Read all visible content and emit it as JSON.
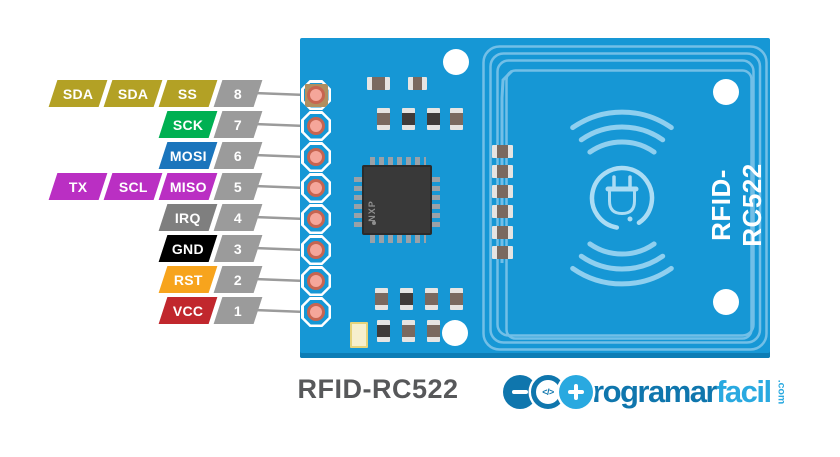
{
  "pinout": {
    "rows": [
      {
        "number": "8",
        "labels": [
          {
            "text": "SDA",
            "color": "#b3a125"
          },
          {
            "text": "SDA",
            "color": "#b3a125"
          },
          {
            "text": "SS",
            "color": "#b3a125"
          }
        ]
      },
      {
        "number": "7",
        "labels": [
          {
            "text": "SCK",
            "color": "#00b052"
          }
        ]
      },
      {
        "number": "6",
        "labels": [
          {
            "text": "MOSI",
            "color": "#1b75bc"
          }
        ]
      },
      {
        "number": "5",
        "labels": [
          {
            "text": "TX",
            "color": "#ba2fc3"
          },
          {
            "text": "SCL",
            "color": "#ba2fc3"
          },
          {
            "text": "MISO",
            "color": "#ba2fc3"
          }
        ]
      },
      {
        "number": "4",
        "labels": [
          {
            "text": "IRQ",
            "color": "#7f7f7f"
          }
        ]
      },
      {
        "number": "3",
        "labels": [
          {
            "text": "GND",
            "color": "#000000"
          }
        ]
      },
      {
        "number": "2",
        "labels": [
          {
            "text": "RST",
            "color": "#f7a41d"
          }
        ]
      },
      {
        "number": "1",
        "labels": [
          {
            "text": "VCC",
            "color": "#c1272d"
          }
        ]
      }
    ],
    "number_color": "#9b9b9b",
    "line_color": "#9b9b9b"
  },
  "board": {
    "silkscreen": "RFID-RC522",
    "chip_label": "NXP",
    "color": "#1697d5",
    "trace_color": "#72bfe7",
    "pad_color": "#f5a69a"
  },
  "caption": "RFID-RC522",
  "logo": {
    "icon_minus": "minus",
    "icon_code": "</>",
    "icon_plus": "plus",
    "text_dark": "rogramar",
    "text_light": "facil",
    "tld": ".com",
    "dark_blue": "#0f76ad",
    "light_blue": "#29a9e0"
  }
}
